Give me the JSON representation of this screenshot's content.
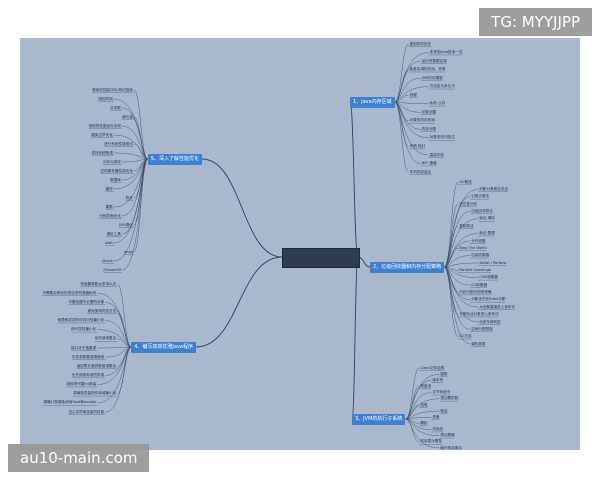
{
  "watermark_top": "TG: MYYJJPP",
  "watermark_bottom": "au10-main.com",
  "colors": {
    "canvas": "#a9b8cc",
    "main_node": "#3f7fd0",
    "root": "#2f3d4e",
    "line": "#33465f"
  },
  "mindmap": {
    "branches": [
      {
        "label": "1、java内存区域",
        "side": "right",
        "leaves": [
          "虚拟机的历史",
          "未来的Java技术一览",
          "运行时数据区域",
          "各各区域的作用、异常",
          "JVM内存模型",
          "方法区与永久代",
          "线程",
          "私有 公共",
          "对象创建",
          "对象的内存布局",
          "内存分配",
          "对象的访问定位",
          "句柄 指针",
          "直接内存",
          "NIO 通道",
          "本机内存溢出"
        ]
      },
      {
        "label": "2、垃圾回收器和内存分配策略",
        "side": "right",
        "leaves": [
          "GC概述",
          "判断对象是否存活",
          "引用计数法",
          "可达性分析",
          "垃圾回收算法",
          "标记-清除",
          "复制算法",
          "标记-整理",
          "分代收集",
          "Stop The World",
          "垃圾收集器",
          "Serial / ParNew",
          "Parallel Scavenge",
          "CMS收集器",
          "G1收集器",
          "内存分配与回收策略",
          "对象优先在Eden分配",
          "大对象直接进入老年代",
          "长期存活对象进入老年代",
          "动态年龄判定",
          "空间分配担保",
          "GC日志",
          "调优参数"
        ]
      },
      {
        "label": "3、JVM的执行子系统",
        "side": "right",
        "leaves": [
          "Class文件结构",
          "魔数",
          "版本号",
          "常量池",
          "字节码指令",
          "类加载机制",
          "加载",
          "验证",
          "准备",
          "解析",
          "初始化",
          "类加载器",
          "双亲委派模型",
          "破坏双亲委派"
        ]
      },
      {
        "label": "4、编写高效优雅Java程序",
        "side": "left",
        "leaves": [
          "构造器参数太多怎么办",
          "不需要实例化的类应该构造器私有",
          "不要创建不必要的对象",
          "避免使用终结方法",
          "使类和成员的可访问性最小化",
          "使可变性最小化",
          "优先使用复合",
          "接口优于抽象类",
          "可变参数要谨慎使用",
          "返回零长度的数组或集合",
          "优先使用标准的异常",
          "用枚举代替int常量",
          "将局部变量的作用域最小化",
          "精确计算避免使用float和double",
          "当心字符串连接的性能"
        ]
      },
      {
        "label": "5、深入了解性能优化",
        "side": "left",
        "leaves": [
          "常用的性能评价/测试指标",
          "响应时间",
          "并发数",
          "吞吐量",
          "常用的性能优化手段",
          "避免过早优化",
          "进行系统性能测试",
          "寻找系统瓶颈",
          "分析与修改",
          "应用服务器性能优化",
          "数据库",
          "缓存",
          "异步",
          "集群",
          "代码层面优化",
          "JVM调优",
          "调优工具",
          "jstat",
          "jmap",
          "jstack",
          "JVisualVM"
        ]
      }
    ]
  }
}
